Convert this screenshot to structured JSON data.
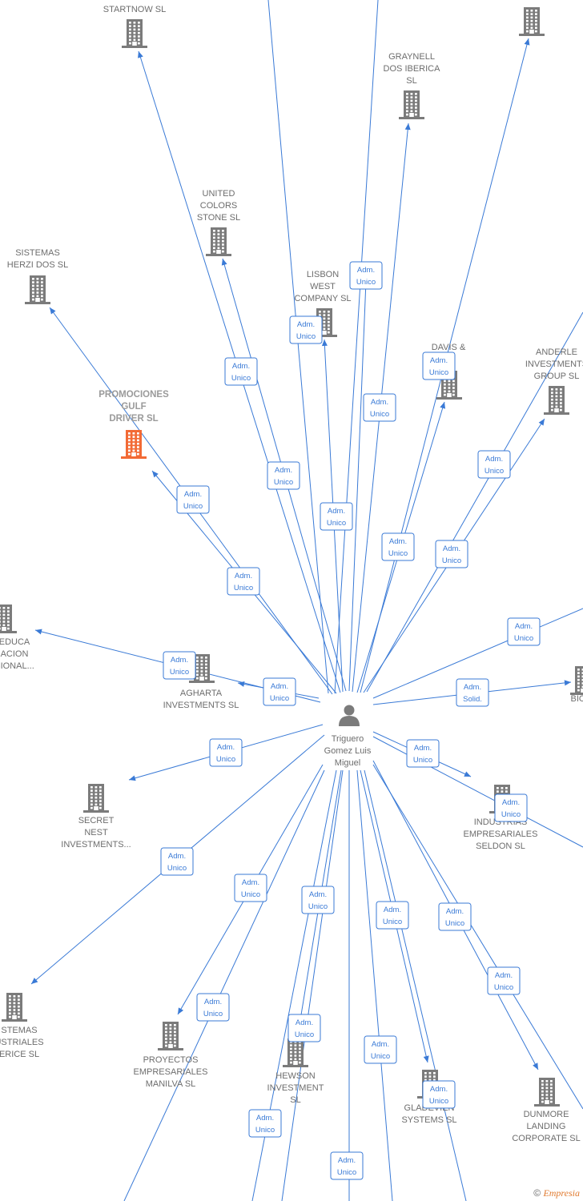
{
  "center": {
    "name_lines": [
      "Triguero",
      "Gomez Luis",
      "Miguel"
    ]
  },
  "nodes": [
    {
      "id": "startnow",
      "lines": [
        "STARTNOW SL"
      ]
    },
    {
      "id": "top-right",
      "lines": []
    },
    {
      "id": "graynell",
      "lines": [
        "GRAYNELL",
        "DOS IBERICA",
        "SL"
      ]
    },
    {
      "id": "united",
      "lines": [
        "UNITED",
        "COLORS",
        "STONE SL"
      ]
    },
    {
      "id": "sistemas-herzi",
      "lines": [
        "SISTEMAS",
        "HERZI DOS SL"
      ]
    },
    {
      "id": "lisbon",
      "lines": [
        "LISBON",
        "WEST",
        "COMPANY  SL"
      ]
    },
    {
      "id": "davis",
      "lines": [
        "DAVIS &",
        "SL"
      ]
    },
    {
      "id": "anderle",
      "lines": [
        "ANDERLE",
        "INVESTMENTS",
        "GROUP SL"
      ]
    },
    {
      "id": "promociones",
      "lines": [
        "PROMOCIONES",
        "GULF",
        "DRIVER  SL"
      ],
      "highlight": true
    },
    {
      "id": "educa",
      "lines": [
        "EDUCA",
        "ACION",
        "SIONAL..."
      ]
    },
    {
      "id": "agharta",
      "lines": [
        "AGHARTA",
        "INVESTMENTS SL"
      ]
    },
    {
      "id": "bio",
      "lines": [
        "BIO"
      ]
    },
    {
      "id": "secret",
      "lines": [
        "SECRET",
        "NEST",
        "INVESTMENTS..."
      ]
    },
    {
      "id": "seldon",
      "lines": [
        "INDUSTRIAS",
        "EMPRESARIALES",
        "SELDON SL"
      ]
    },
    {
      "id": "sistemas-ind",
      "lines": [
        "STEMAS",
        "USTRIALES",
        "ERICE  SL"
      ]
    },
    {
      "id": "manilva",
      "lines": [
        "PROYECTOS",
        "EMPRESARIALES",
        "MANILVA SL"
      ]
    },
    {
      "id": "hewson",
      "lines": [
        "HEWSON",
        "INVESTMENT",
        "SL"
      ]
    },
    {
      "id": "gladevien",
      "lines": [
        "GLADEVIEN",
        "SYSTEMS  SL"
      ]
    },
    {
      "id": "dunmore",
      "lines": [
        "DUNMORE",
        "LANDING",
        "CORPORATE SL"
      ]
    }
  ],
  "roles": [
    {
      "lines": [
        "Adm.",
        "Unico"
      ]
    },
    {
      "lines": [
        "Adm.",
        "Unico"
      ]
    },
    {
      "lines": [
        "Adm.",
        "Unico"
      ]
    },
    {
      "lines": [
        "Adm.",
        "Unico"
      ]
    },
    {
      "lines": [
        "Adm.",
        "Unico"
      ]
    },
    {
      "lines": [
        "Adm.",
        "Unico"
      ]
    },
    {
      "lines": [
        "Adm.",
        "Unico"
      ]
    },
    {
      "lines": [
        "Adm.",
        "Unico"
      ]
    },
    {
      "lines": [
        "Adm.",
        "Unico"
      ]
    },
    {
      "lines": [
        "Adm.",
        "Unico"
      ]
    },
    {
      "lines": [
        "Adm.",
        "Unico"
      ]
    },
    {
      "lines": [
        "Adm.",
        "Unico"
      ]
    },
    {
      "lines": [
        "Adm.",
        "Unico"
      ]
    },
    {
      "lines": [
        "Adm.",
        "Unico"
      ]
    },
    {
      "lines": [
        "Adm.",
        "Unico"
      ]
    },
    {
      "lines": [
        "Adm.",
        "Solid."
      ]
    },
    {
      "lines": [
        "Adm.",
        "Unico"
      ]
    },
    {
      "lines": [
        "Adm.",
        "Unico"
      ]
    },
    {
      "lines": [
        "Adm.",
        "Unico"
      ]
    },
    {
      "lines": [
        "Adm.",
        "Unico"
      ]
    },
    {
      "lines": [
        "Adm.",
        "Unico"
      ]
    },
    {
      "lines": [
        "Adm.",
        "Unico"
      ]
    },
    {
      "lines": [
        "Adm.",
        "Unico"
      ]
    },
    {
      "lines": [
        "Adm.",
        "Unico"
      ]
    },
    {
      "lines": [
        "Adm.",
        "Unico"
      ]
    },
    {
      "lines": [
        "Adm.",
        "Unico"
      ]
    },
    {
      "lines": [
        "Adm.",
        "Unico"
      ]
    },
    {
      "lines": [
        "Adm.",
        "Unico"
      ]
    },
    {
      "lines": [
        "Adm.",
        "Unico"
      ]
    },
    {
      "lines": [
        "Adm.",
        "Unico"
      ]
    },
    {
      "lines": [
        "Adm.",
        "Unico"
      ]
    }
  ],
  "colors": {
    "edge": "#3a7ad6",
    "building": "#7b7b7b",
    "highlight": "#f26a35",
    "person": "#7b7b7b"
  },
  "watermark": {
    "symbol": "©",
    "brand": "Empresia"
  }
}
